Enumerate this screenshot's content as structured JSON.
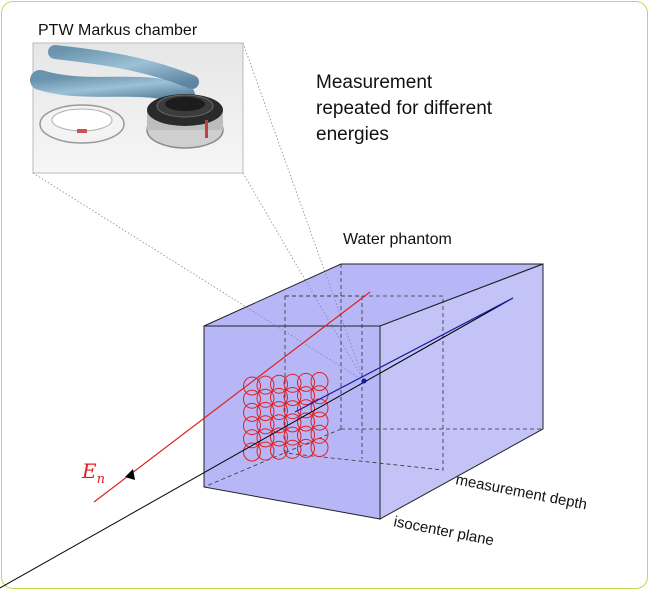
{
  "photo": {
    "caption": "PTW Markus chamber"
  },
  "labels": {
    "measurement_note": [
      "Measurement",
      "repeated for different",
      "energies"
    ],
    "phantom": "Water phantom",
    "measurement_depth": "measurement depth",
    "isocenter_plane": "isocenter plane",
    "energy_symbol": "E",
    "energy_subscript": "n"
  },
  "colors": {
    "frame": "#c6d84a",
    "phantom_fill": "#7b7bf0",
    "beam_red": "#e02020",
    "axis_blue": "#1a1aa0",
    "ray_black": "#000000"
  }
}
